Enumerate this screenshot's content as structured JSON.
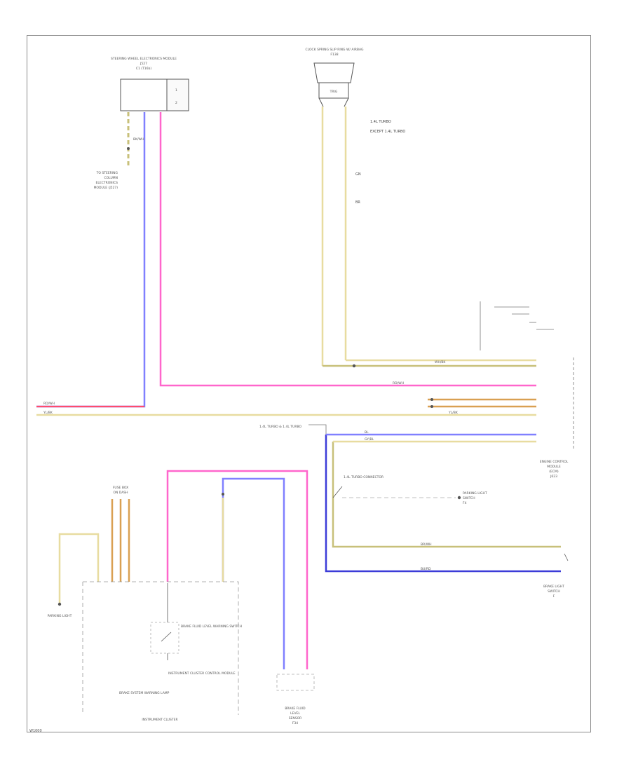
{
  "figure_id": "W1000",
  "colors": {
    "violet": "#8080ff",
    "pink": "#ff66cc",
    "yellow": "#e8dca0",
    "red": "#ff4c6c",
    "orange": "#d9a052",
    "blue": "#3c3cd8",
    "olive": "#c8c07a"
  },
  "components": {
    "top_left_module": {
      "title": "STEERING WHEEL ELECTRONICS MODULE",
      "sub": "J527",
      "connector_label": "C1 (T16b)"
    },
    "top_center_switch": {
      "title": "CLOCK SPRING SLIP RING W/ AIRBAG",
      "sub": "F138",
      "inner": "TRIG",
      "note1": "1.4L TURBO",
      "note2": "EXCEPT 1.4L TURBO"
    },
    "ground_ref": {
      "title": "TO STEERING",
      "line2": "COLUMN",
      "line3": "ELECTRONICS",
      "line4": "MODULE (J527)"
    },
    "engine_control": {
      "title": "ENGINE CONTROL",
      "line2": "MODULE",
      "line3": "(ECM)",
      "line4": "J623"
    },
    "brake_light": {
      "title": "BRAKE LIGHT",
      "line2": "SWITCH",
      "line3": "F"
    },
    "instrument_cluster": {
      "title": "INSTRUMENT CLUSTER",
      "switch_label": "BRAKE FLUID LEVEL WARNING SWITCH",
      "control_label": "INSTRUMENT CLUSTER CONTROL MODULE",
      "bulb_label": "BRAKE SYSTEM WARNING LAMP"
    },
    "fuse_box": {
      "title": "FUSE BOX",
      "line2": "ON DASH"
    },
    "brake_fluid": {
      "title": "BRAKE FLUID",
      "line2": "LEVEL",
      "line3": "SENSOR",
      "line4": "F34"
    },
    "left_power": {
      "line1": "RD/WH",
      "line2": "YL/BK"
    },
    "mid_connector": {
      "label": "1.4L TURBO & 1.4L TURBO"
    },
    "lower_sensor": {
      "title": "PARKING LIGHT",
      "line2": "SWITCH",
      "line3": "F4"
    },
    "splice": {
      "label": "1.4L TURBO CONNECTOR"
    }
  },
  "wire_labels": {
    "w1": "WH/BK",
    "w2": "BK/WH",
    "w3": "YL/BK",
    "w4": "RD/WH",
    "w5": "BR",
    "w6": "BL",
    "w7": "GY/BL",
    "w8": "BR/WH",
    "w9": "GN",
    "w10": "BU/RD"
  }
}
